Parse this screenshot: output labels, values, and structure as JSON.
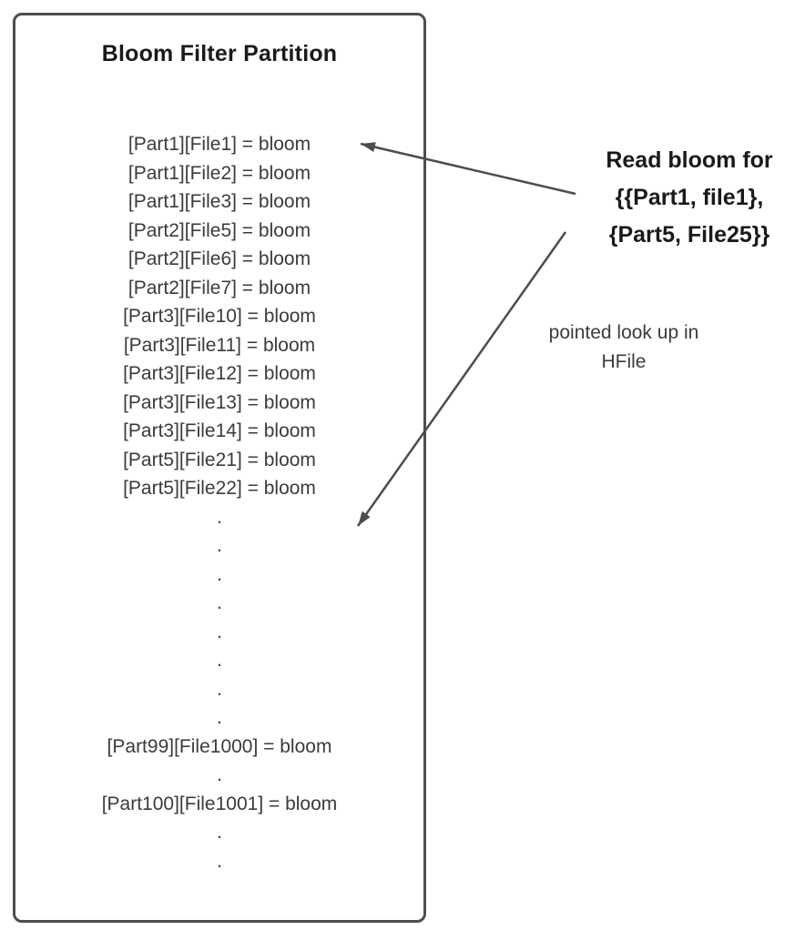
{
  "diagram": {
    "partition_box": {
      "title": "Bloom Filter Partition",
      "lines": [
        "[Part1][File1] = bloom",
        "[Part1][File2] = bloom",
        "[Part1][File3] = bloom",
        "[Part2][File5] = bloom",
        "[Part2][File6] = bloom",
        "[Part2][File7] = bloom",
        "[Part3][File10] = bloom",
        "[Part3][File11] = bloom",
        "[Part3][File12] = bloom",
        "[Part3][File13] = bloom",
        "[Part3][File14] = bloom",
        "[Part5][File21] = bloom",
        "[Part5][File22] = bloom",
        ".",
        ".",
        ".",
        ".",
        ".",
        ".",
        ".",
        ".",
        "[Part99][File1000] = bloom",
        ".",
        "[Part100][File1001] = bloom",
        ".",
        "."
      ]
    },
    "annotations": {
      "read_bloom_label": "Read bloom for\n{{Part1, file1},\n{Part5, File25}}",
      "pointed_lookup_label": "pointed look up in\nHFile"
    },
    "colors": {
      "line_color": "#4d4d4d",
      "text_color": "#3b3b3b"
    }
  }
}
